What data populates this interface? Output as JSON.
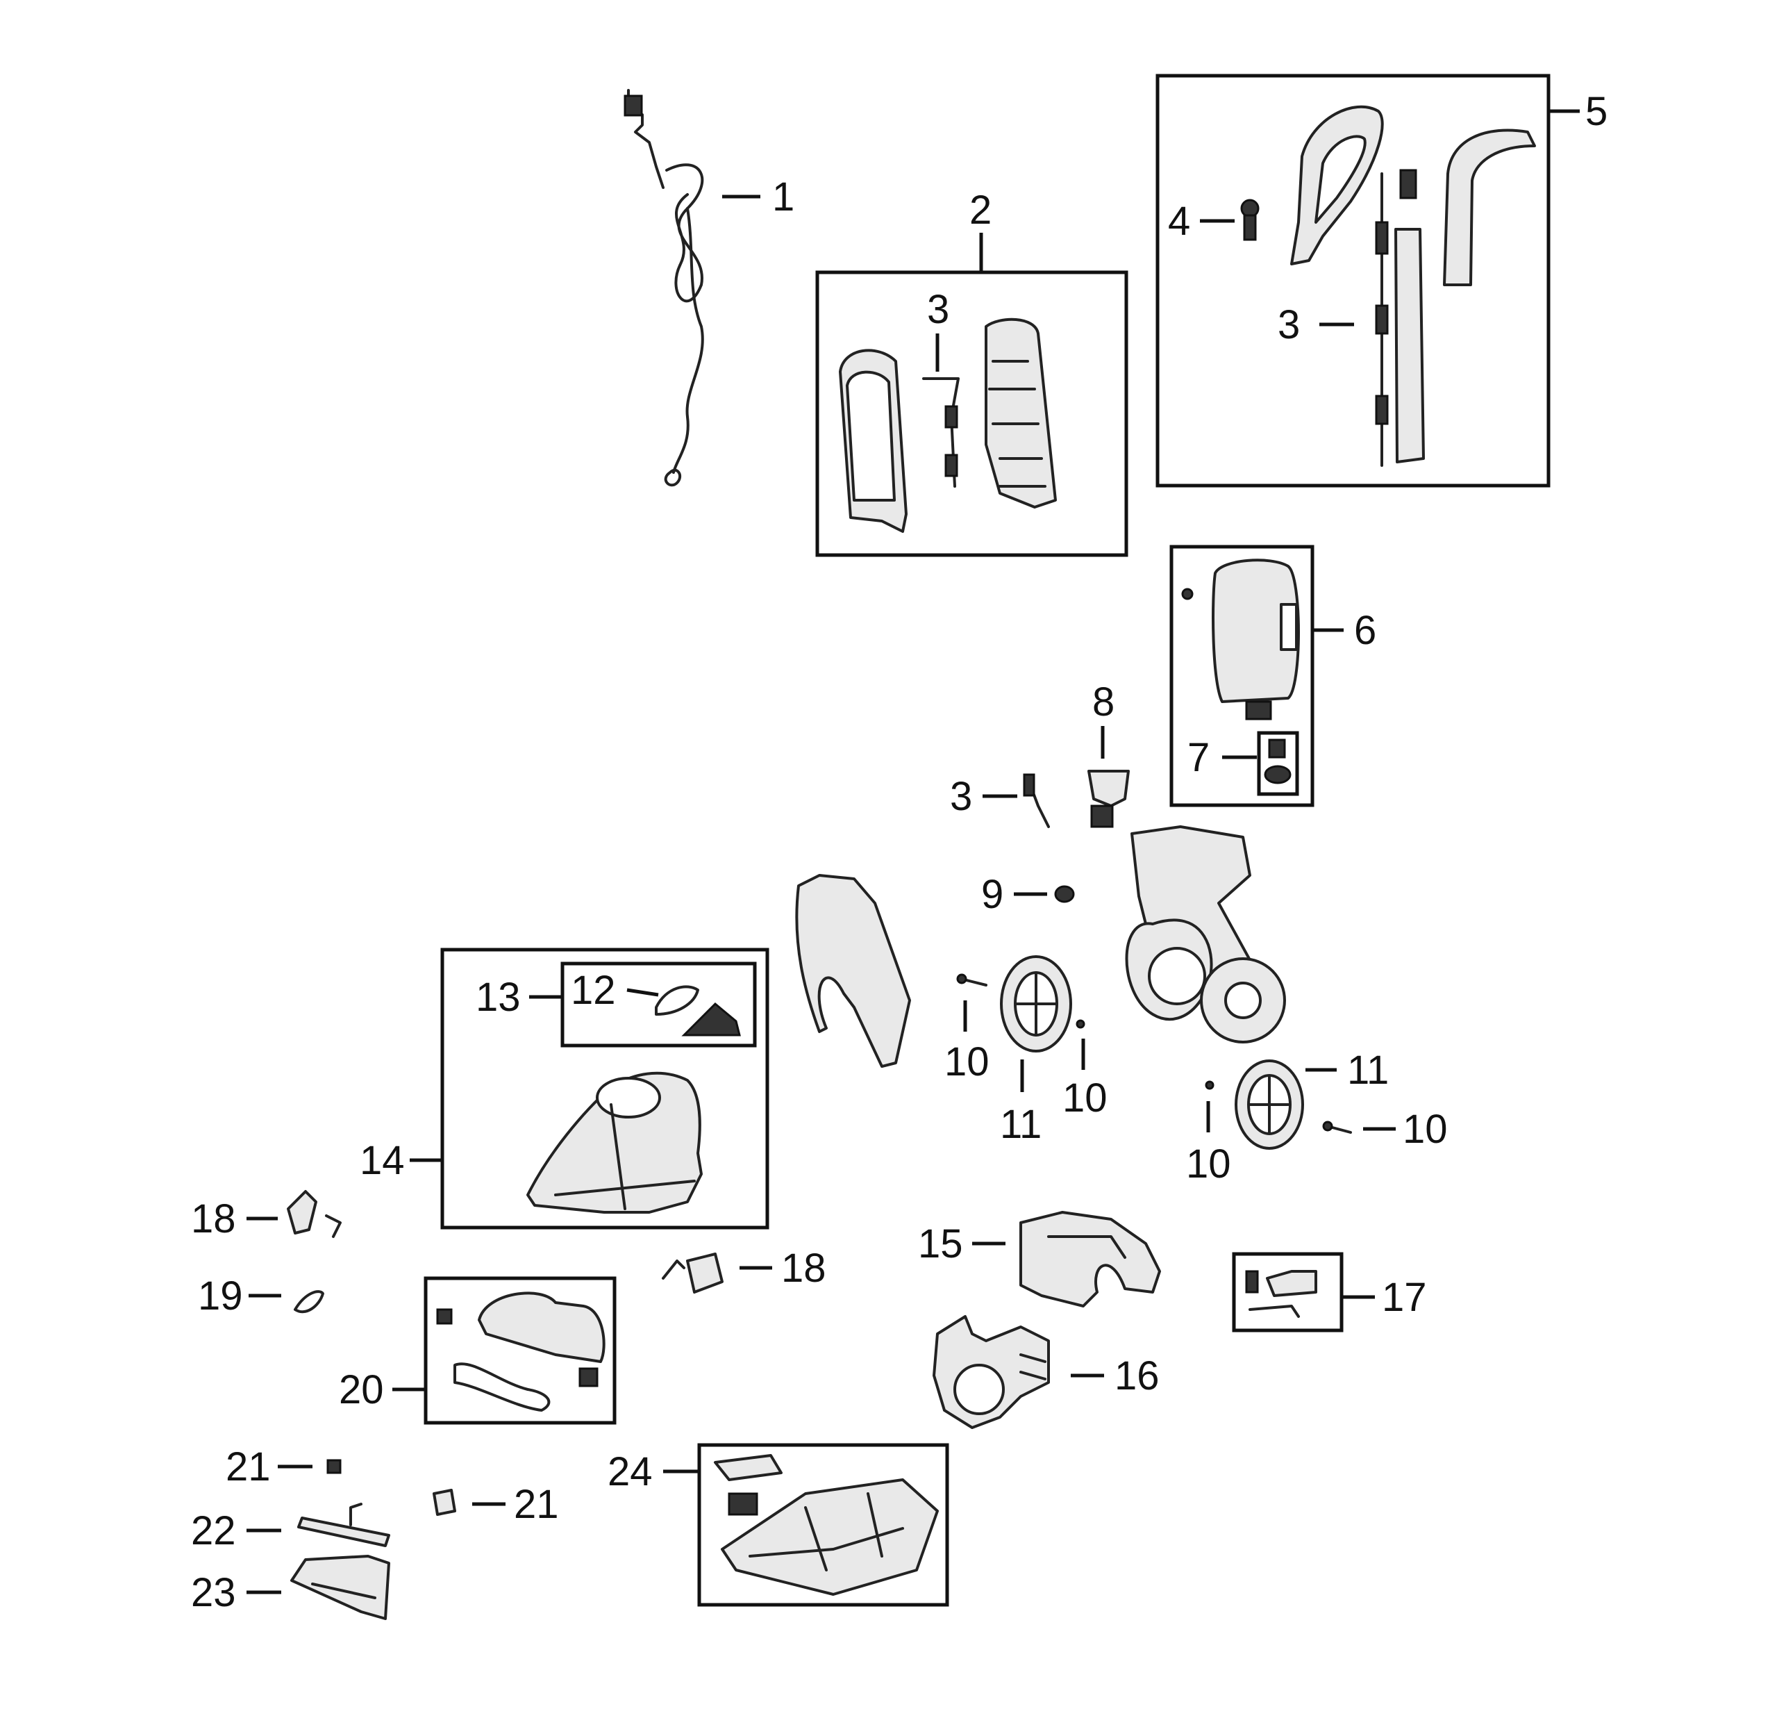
{
  "callouts": {
    "c1": "1",
    "c2": "2",
    "c3a": "3",
    "c3b": "3",
    "c3c": "3",
    "c4": "4",
    "c5": "5",
    "c6": "6",
    "c7": "7",
    "c8": "8",
    "c9": "9",
    "c10a": "10",
    "c10b": "10",
    "c10c": "10",
    "c10d": "10",
    "c11a": "11",
    "c11b": "11",
    "c12": "12",
    "c13": "13",
    "c14": "14",
    "c15": "15",
    "c16": "16",
    "c17": "17",
    "c18a": "18",
    "c18b": "18",
    "c19": "19",
    "c20": "20",
    "c21a": "21",
    "c21b": "21",
    "c22": "22",
    "c23": "23",
    "c24": "24"
  }
}
